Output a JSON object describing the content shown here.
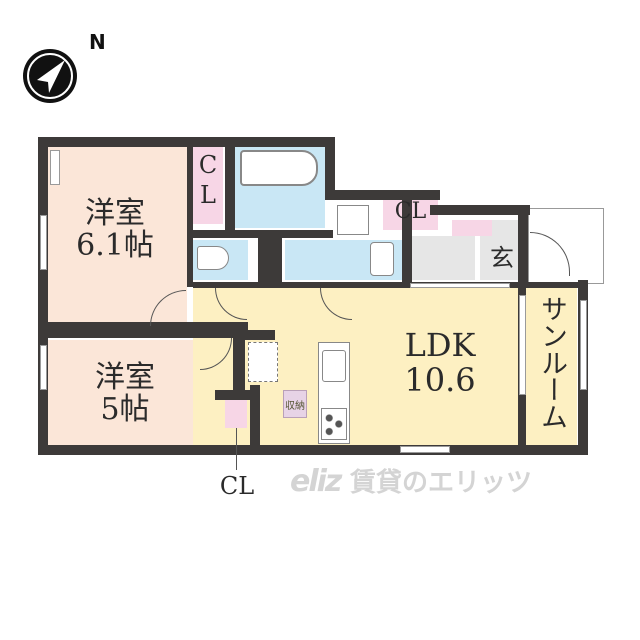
{
  "compass": {
    "label": "N",
    "icon": "compass-arrow-icon"
  },
  "rooms": {
    "western_room_1": {
      "name": "洋室",
      "size": "6.1帖",
      "color": "#fbe6d8"
    },
    "western_room_2": {
      "name": "洋室",
      "size": "5帖",
      "color": "#fbe6d8"
    },
    "ldk": {
      "name": "LDK",
      "size": "10.6",
      "color": "#fdf0c2"
    },
    "sunroom": {
      "name": "サンルーム",
      "color": "#fdf0c2"
    },
    "entrance": {
      "name": "玄",
      "color": "#e6e6e6"
    },
    "closet_1": {
      "label_top": "C",
      "label_bottom": "L",
      "color": "#f7d6e6"
    },
    "closet_2": {
      "label": "CL",
      "color": "#f7d6e6"
    },
    "closet_3": {
      "label": "CL"
    },
    "bathroom": {
      "color": "#c9e7f5"
    },
    "toilet": {
      "color": "#c9e7f5"
    },
    "washroom": {
      "color": "#c9e7f5"
    },
    "storage": {
      "label": "収納",
      "color": "#e7d3e6"
    }
  },
  "watermark": {
    "logo": "eliz",
    "text": "賃貸のエリッツ"
  },
  "colors": {
    "wall": "#3d3a39",
    "bath": "#c9e7f5",
    "closet": "#f7d6e6",
    "ldk": "#fdf0c2",
    "western": "#fbe6d8"
  }
}
